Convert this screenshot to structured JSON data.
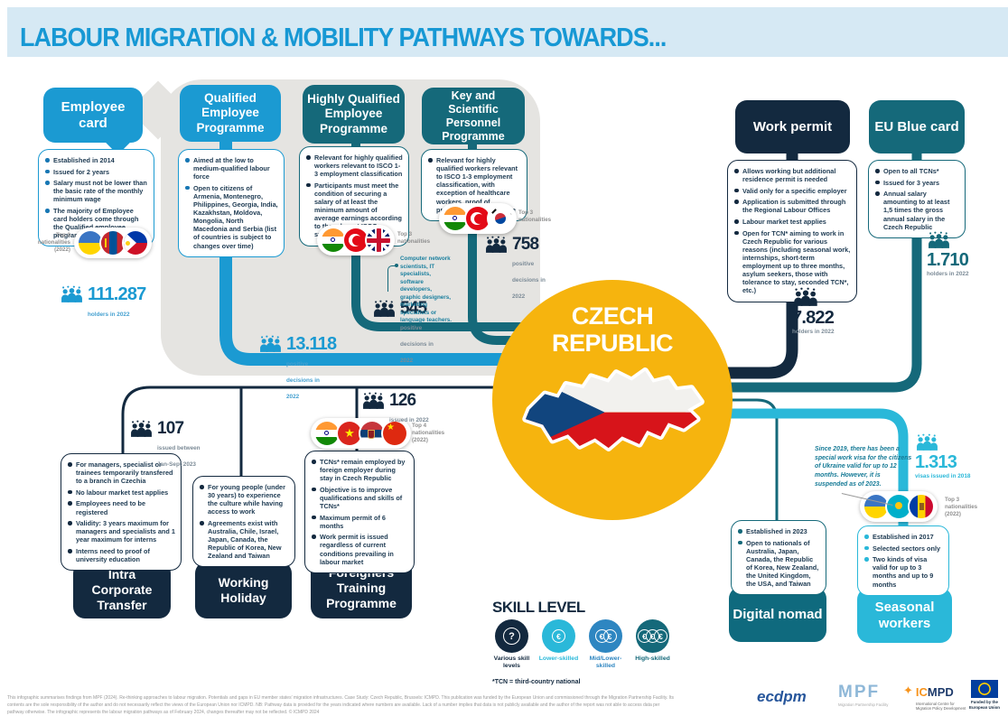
{
  "header": {
    "title": "LABOUR MIGRATION & MOBILITY PATHWAYS TOWARDS..."
  },
  "center": {
    "country": "CZECH REPUBLIC"
  },
  "colors": {
    "blue": "#1b9ad2",
    "teal": "#15697a",
    "navy": "#13293f",
    "cyan": "#2ab8d9",
    "mid_blue": "#2e86c1",
    "yellow": "#f6b40e"
  },
  "pathways": {
    "employee_card": {
      "title": "Employee card",
      "bullets": [
        "Established in 2014",
        "Issued for 2 years",
        "Salary must not be lower than the basic rate of the monthly minimum wage",
        "The majority of Employee card holders come through the Qualified employee programme"
      ],
      "flags_label": "Top 3 nationalities (2022)",
      "flags": [
        "ukraine",
        "mongolia",
        "philippines"
      ],
      "stat": {
        "value": "111.287",
        "label": "holders in 2022"
      }
    },
    "qualified": {
      "title": "Qualified Employee Programme",
      "bullets": [
        "Aimed at the low to medium-qualified labour force",
        "Open to citizens of Armenia, Montenegro, Philippines, Georgia, India, Kazakhstan, Moldova, Mongolia, North Macedonia and Serbia (list of countries is subject to changes over time)"
      ],
      "stat": {
        "value": "13.118",
        "label": "positive decisions in 2022"
      }
    },
    "highly_qualified": {
      "title": "Highly Qualified Employee Programme",
      "bullets": [
        "Relevant for highly qualified workers relevant to ISCO 1-3 employment classification",
        "Participants must meet the condition of securing a salary of at least the minimum amount of average earnings according to the relevant ISCO subgroup"
      ],
      "flags_label": "Top 3 nationalities",
      "flags": [
        "india",
        "turkey",
        "uk"
      ],
      "note": "Computer network scientists, IT specialists, software developers, graphic designers, marketing specialists or language teachers.",
      "stat": {
        "value": "545",
        "label": "positive decisions in 2022"
      }
    },
    "key_scientific": {
      "title": "Key and Scientific Personnel Programme",
      "bullets": [
        "Relevant for highly qualified workers relevant to ISCO 1-3 employment classification, with exception of healthcare workers, proof of professional competence"
      ],
      "flags_label": "Top 3 nationalities",
      "flags": [
        "india",
        "turkey",
        "south-korea"
      ],
      "stat": {
        "value": "758",
        "label": "positive decisions in 2022"
      }
    },
    "work_permit": {
      "title": "Work permit",
      "bullets": [
        "Allows working but additional residence permit is needed",
        "Valid only for a specific employer",
        "Application is submitted through the Regional Labour Offices",
        "Labour market test applies",
        "Open for TCN* aiming to work in Czech Republic for various reasons (including seasonal work, internships, short-term employment up to three months, asylum seekers, those with tolerance to stay, seconded TCN*, etc.)"
      ],
      "stat": {
        "value": "7.822",
        "label": "holders in 2022"
      }
    },
    "eu_blue_card": {
      "title": "EU Blue card",
      "bullets": [
        "Open to all TCNs*",
        "Issued for 3 years",
        "Annual salary amounting to at least 1,5 times the gross annual salary in the Czech Republic"
      ],
      "stat": {
        "value": "1.710",
        "label": "holders in 2022"
      }
    },
    "intra_corporate": {
      "title": "Intra Corporate Transfer",
      "bullets": [
        "For managers, specialist or trainees temporarily transfered to a branch in Czechia",
        "No labour market test applies",
        "Employees need to be registered",
        "Validity: 3 years maximum for managers and specialists and 1 year maximum for interns",
        "Interns need to proof of university education"
      ],
      "stat": {
        "value": "107",
        "label": "issued between Jan-Sept 2023"
      }
    },
    "working_holiday": {
      "title": "Working Holiday",
      "bullets": [
        "For young people (under 30 years) to experience the culture while having access to work",
        "Agreements exist with Australia, Chile, Israel, Japan, Canada, the Republic of Korea, New Zealand and Taiwan"
      ]
    },
    "foreigners_training": {
      "title": "Foreigners Training Programme",
      "bullets": [
        "TCNs* remain employed by foreign employer during stay in Czech Republic",
        "Objective is to improve qualifications and skills of TCNs*",
        "Maximum permit of 6 months",
        "Work permit is issued regardless of current conditions prevailing in labour market"
      ],
      "flags_label": "Top 4 nationalities (2022)",
      "flags": [
        "india",
        "vietnam",
        "serbia",
        "china"
      ],
      "stat": {
        "value": "126",
        "label": "issued in 2022"
      }
    },
    "digital_nomad": {
      "title": "Digital nomad",
      "bullets": [
        "Established in 2023",
        "Open to nationals of Australia, Japan, Canada, the Republic of Korea, New Zealand, the United Kingdom, the USA, and Taiwan"
      ]
    },
    "seasonal_workers": {
      "title": "Seasonal workers",
      "bullets": [
        "Established in 2017",
        "Selected sectors only",
        "Two kinds of visa valid for up to 3 months and up to 9 months"
      ],
      "flags_label": "Top 3 nationalities (2022)",
      "flags": [
        "ukraine",
        "kazakhstan",
        "moldova"
      ],
      "stat": {
        "value": "1.313",
        "label": "visas issued in 2018"
      },
      "note": "Since 2019, there has been a special work visa for the citizens of Ukraine valid for up to 12 months. However, it is suspended as of 2023."
    }
  },
  "skill_legend": {
    "title": "SKILL LEVEL",
    "items": [
      {
        "label": "Various skill levels",
        "symbol": "?"
      },
      {
        "label": "Lower-skilled",
        "symbol": "€"
      },
      {
        "label": "Mid/Lower-skilled",
        "symbol": "€€"
      },
      {
        "label": "High-skilled",
        "symbol": "€€€"
      }
    ],
    "tcn_note": "*TCN = third-country national"
  },
  "footer": {
    "disclaimer": "This infographic summarises findings from MPF (2024). Re-thinking approaches to labour migration. Potentials and gaps in EU member states' migration infrastructures. Case Study: Czech Republic, Brussels: ICMPD. This publication was funded by the European Union and commissioned through the Migration Partnership Facility. Its contents are the sole responsibility of the author and do not necessarily reflect the views of the European Union nor ICMPD. NB: Pathway data is provided for the years indicated where numbers are available. Lack of a number implies that data is not publicly available and the author of the report was not able to access data per pathway otherwise. The infographic represents the labour migration pathways as of February 2024, changes thereafter may not be reflected. © ICMPD 2024",
    "logos": {
      "ecdpm": "ecdpm",
      "mpf": "MPF",
      "mpf_sub": "Migration Partnership Facility",
      "icmpd_ic": "IC",
      "icmpd_mpd": "MPD",
      "icmpd_sub": "International Centre for Migration Policy Development",
      "eu_label": "Funded by the European Union"
    }
  }
}
